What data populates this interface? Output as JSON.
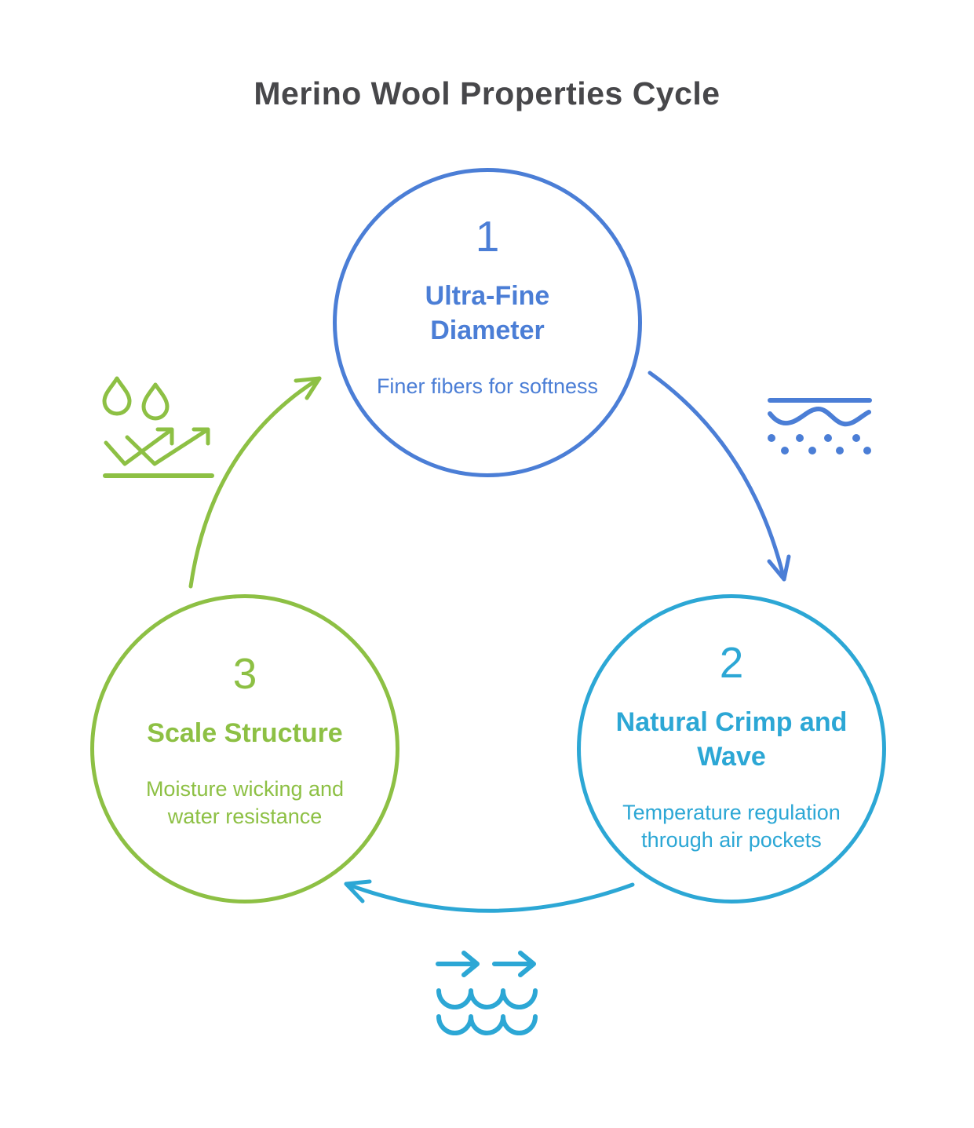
{
  "title": "Merino Wool Properties Cycle",
  "colors": {
    "blue": "#4b7ed6",
    "cyan": "#2ca7d5",
    "green": "#8dc044",
    "title_text": "#47474a",
    "background": "#ffffff"
  },
  "cycle": {
    "steps": [
      {
        "number": "1",
        "title": "Ultra-Fine Diameter",
        "description": "Finer fibers for softness",
        "color": "#4b7ed6",
        "icon": "fiber-cross-section-icon"
      },
      {
        "number": "2",
        "title": "Natural Crimp and Wave",
        "description": "Temperature regulation through air pockets",
        "color": "#2ca7d5",
        "icon": "airflow-over-waves-icon"
      },
      {
        "number": "3",
        "title": "Scale Structure",
        "description": "Moisture wicking and water resistance",
        "color": "#8dc044",
        "icon": "water-repel-droplets-icon"
      }
    ],
    "arrows": [
      {
        "from": "1",
        "to": "2",
        "color": "#4b7ed6"
      },
      {
        "from": "2",
        "to": "3",
        "color": "#2ca7d5"
      },
      {
        "from": "3",
        "to": "1",
        "color": "#8dc044"
      }
    ]
  }
}
